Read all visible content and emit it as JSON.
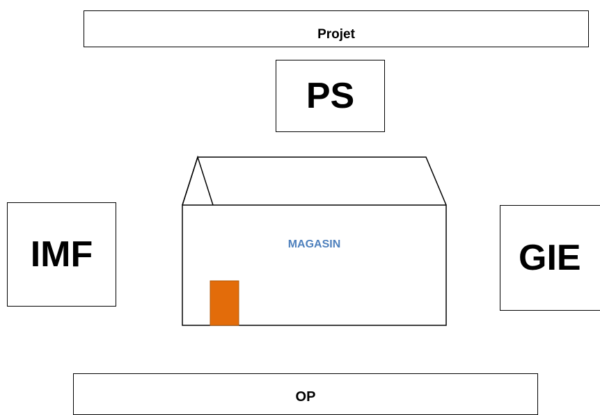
{
  "nodes": {
    "projet": "Projet",
    "ps": "PS",
    "imf": "IMF",
    "gie": "GIE",
    "op": "OP",
    "magasin": "MAGASIN"
  },
  "colors": {
    "stroke": "#000000",
    "magasin_label": "#4f81bd",
    "door_fill": "#e36c0a",
    "door_stroke": "#b05a0a"
  }
}
